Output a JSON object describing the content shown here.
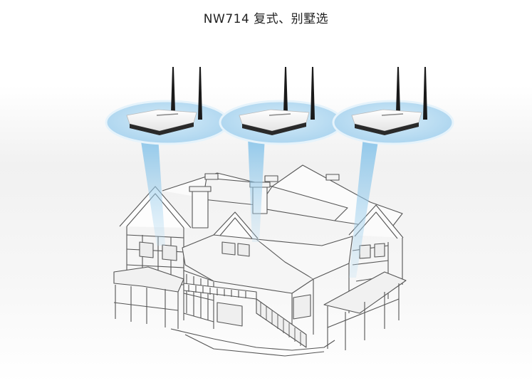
{
  "title": "NW714 复式、别墅选",
  "illustration": {
    "router_count": 3,
    "subject": "router-wifi-coverage-over-villa"
  },
  "colors": {
    "signal_ellipse_fill": "#b9dcf0",
    "signal_ellipse_stroke": "#e6f3fb",
    "signal_beam": "#8cc6ea",
    "router_body": "#f7f7f7",
    "antenna": "#1a1a1a",
    "house_line": "#555555",
    "title_text": "#222222"
  }
}
